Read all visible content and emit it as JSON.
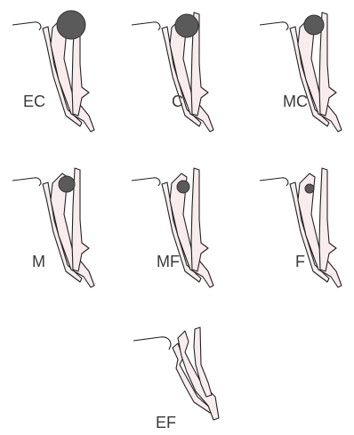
{
  "figure": {
    "stages": [
      {
        "label": "EC"
      },
      {
        "label": "C"
      },
      {
        "label": "MC"
      },
      {
        "label": "M"
      },
      {
        "label": "MF"
      },
      {
        "label": "F"
      },
      {
        "label": "EF"
      }
    ],
    "colors": {
      "structure_fill": "#f8ecee",
      "outline": "#222222",
      "sphere": "#5a5a5a",
      "label": "#3a3a3a"
    }
  }
}
